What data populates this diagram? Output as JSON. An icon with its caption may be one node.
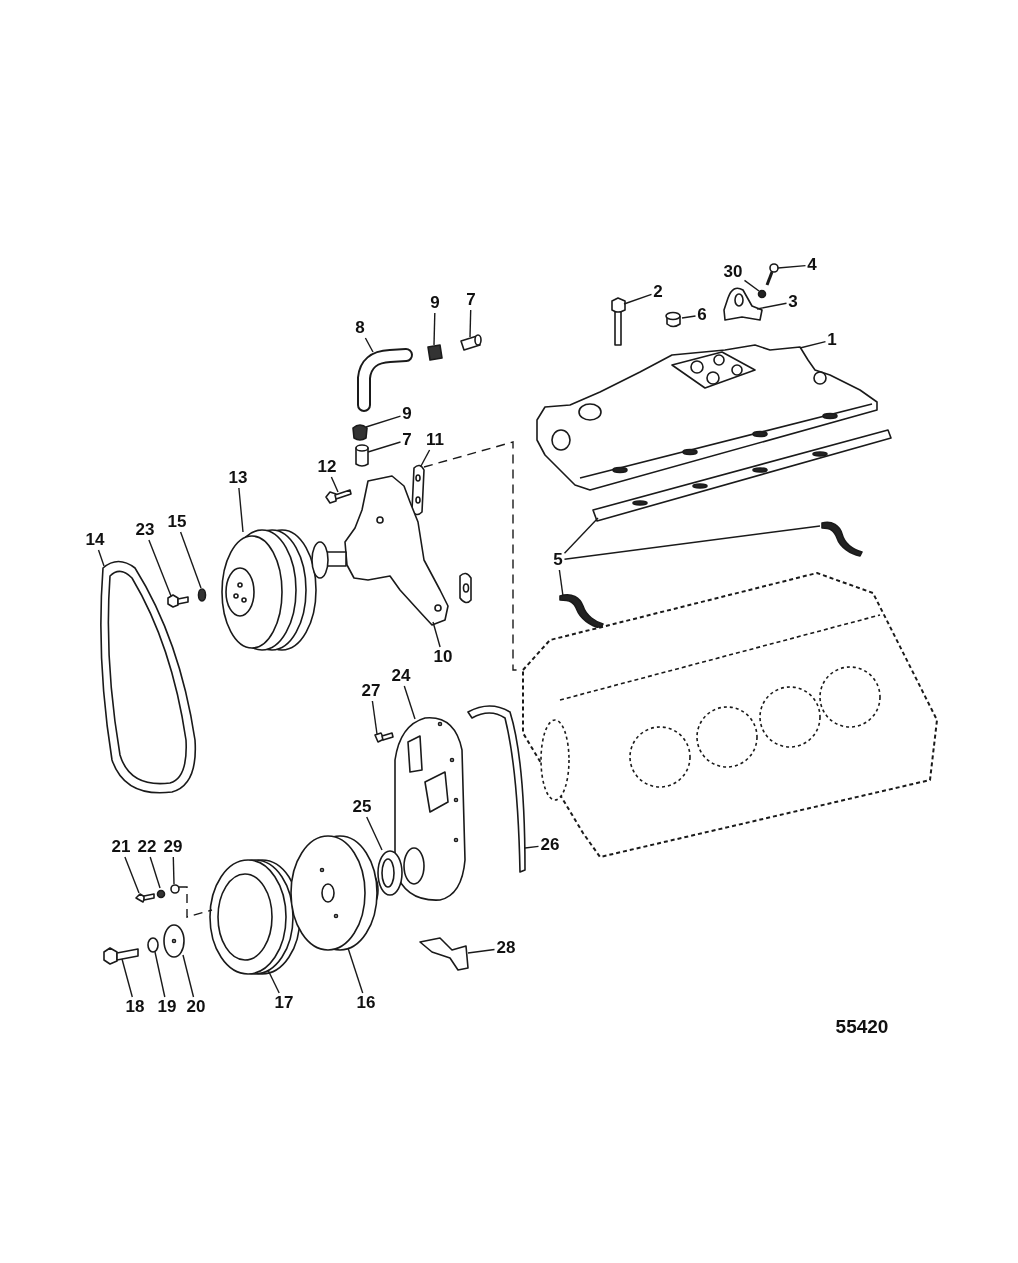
{
  "diagram": {
    "nodes": [
      {
        "text": [
          "1"
        ]
      },
      {
        "text": [],
        "shape": "picture"
      },
      {
        "text": [
          "2"
        ]
      },
      {
        "text": [],
        "shape": "picture"
      },
      {
        "text": [
          "30"
        ]
      },
      {
        "text": [],
        "shape": "circle"
      },
      {
        "text": [
          "4"
        ]
      },
      {
        "text": [],
        "shape": "picture"
      },
      {
        "text": [
          "3"
        ]
      },
      {
        "text": [],
        "shape": "picture"
      },
      {
        "text": [
          "6"
        ]
      },
      {
        "text": [],
        "shape": "cylinder"
      },
      {
        "text": [
          "5"
        ]
      },
      {
        "text": [],
        "shape": "picture"
      },
      {
        "text": [],
        "shape": "picture"
      },
      {
        "text": [],
        "shape": "picture"
      },
      {
        "text": [
          "8"
        ]
      },
      {
        "text": [],
        "shape": "picture"
      },
      {
        "text": [
          "9"
        ]
      },
      {
        "text": [],
        "shape": "box"
      },
      {
        "text": [
          "7"
        ]
      },
      {
        "text": [],
        "shape": "picture"
      },
      {
        "text": [
          "9"
        ]
      },
      {
        "text": [],
        "shape": "box"
      },
      {
        "text": [
          "7"
        ]
      },
      {
        "text": [],
        "shape": "cylinder"
      },
      {
        "text": [
          "11"
        ]
      },
      {
        "text": [],
        "shape": "picture"
      },
      {
        "text": [
          "12"
        ]
      },
      {
        "text": [],
        "shape": "picture"
      },
      {
        "text": [
          "13"
        ]
      },
      {
        "text": [],
        "shape": "circle"
      },
      {
        "text": [
          "14"
        ]
      },
      {
        "text": [],
        "shape": "picture"
      },
      {
        "text": [
          "23"
        ]
      },
      {
        "text": [],
        "shape": "bolt"
      },
      {
        "text": [
          "15"
        ]
      },
      {
        "text": [],
        "shape": "circle"
      },
      {
        "text": [
          "10"
        ]
      },
      {
        "text": [],
        "shape": "picture"
      },
      {
        "text": [
          "27"
        ]
      },
      {
        "text": [],
        "shape": "picture"
      },
      {
        "text": [
          "24"
        ]
      },
      {
        "text": [],
        "shape": "picture"
      },
      {
        "text": [
          "26"
        ]
      },
      {
        "text": [],
        "shape": "picture"
      },
      {
        "text": [
          "25"
        ]
      },
      {
        "text": [],
        "shape": "picture"
      },
      {
        "text": [
          "21"
        ]
      },
      {
        "text": [],
        "shape": "picture"
      },
      {
        "text": [
          "22"
        ]
      },
      {
        "text": [],
        "shape": "circle"
      },
      {
        "text": [
          "29"
        ]
      },
      {
        "text": [],
        "shape": "circle"
      },
      {
        "text": [
          "28"
        ]
      },
      {
        "text": [],
        "shape": "picture"
      },
      {
        "text": [
          "18"
        ]
      },
      {
        "text": [],
        "shape": "picture"
      },
      {
        "text": [
          "19"
        ]
      },
      {
        "text": [],
        "shape": "circle"
      },
      {
        "text": [
          "20"
        ]
      },
      {
        "text": [],
        "shape": "circle"
      },
      {
        "text": [
          "17"
        ]
      },
      {
        "text": [],
        "shape": "picture"
      },
      {
        "text": [
          "16"
        ]
      },
      {
        "text": [],
        "shape": "picture"
      },
      {
        "text": [],
        "shape": "picture"
      }
    ],
    "edges": [
      {
        "from": 0,
        "to": 1,
        "arrow": "none"
      },
      {
        "from": 2,
        "to": 3,
        "arrow": "none"
      },
      {
        "from": 4,
        "to": 5,
        "arrow": "none"
      },
      {
        "from": 6,
        "to": 7,
        "arrow": "none"
      },
      {
        "from": 8,
        "to": 9,
        "arrow": "none"
      },
      {
        "from": 10,
        "to": 11,
        "arrow": "none"
      },
      {
        "from": 12,
        "to": 13,
        "arrow": "none"
      },
      {
        "from": 12,
        "to": 14,
        "arrow": "none"
      },
      {
        "from": 12,
        "to": 15,
        "arrow": "none"
      },
      {
        "from": 16,
        "to": 17,
        "arrow": "none"
      },
      {
        "from": 18,
        "to": 19,
        "arrow": "none"
      },
      {
        "from": 20,
        "to": 21,
        "arrow": "none"
      },
      {
        "from": 22,
        "to": 23,
        "arrow": "none"
      },
      {
        "from": 24,
        "to": 25,
        "arrow": "none"
      },
      {
        "from": 26,
        "to": 27,
        "arrow": "none"
      },
      {
        "from": 28,
        "to": 29,
        "arrow": "none"
      },
      {
        "from": 30,
        "to": 31,
        "arrow": "none"
      },
      {
        "from": 32,
        "to": 33,
        "arrow": "none"
      },
      {
        "from": 34,
        "to": 35,
        "arrow": "none"
      },
      {
        "from": 36,
        "to": 37,
        "arrow": "none"
      },
      {
        "from": 38,
        "to": 39,
        "arrow": "none"
      },
      {
        "from": 40,
        "to": 41,
        "arrow": "none"
      },
      {
        "from": 42,
        "to": 43,
        "arrow": "none"
      },
      {
        "from": 44,
        "to": 45,
        "arrow": "none"
      },
      {
        "from": 46,
        "to": 47,
        "arrow": "none"
      },
      {
        "from": 48,
        "to": 49,
        "arrow": "none"
      },
      {
        "from": 50,
        "to": 51,
        "arrow": "none"
      },
      {
        "from": 52,
        "to": 53,
        "arrow": "none"
      },
      {
        "from": 54,
        "to": 55,
        "arrow": "none"
      },
      {
        "from": 56,
        "to": 57,
        "arrow": "none"
      },
      {
        "from": 58,
        "to": 59,
        "arrow": "none"
      },
      {
        "from": 60,
        "to": 61,
        "arrow": "none"
      },
      {
        "from": 62,
        "to": 63,
        "arrow": "none"
      },
      {
        "from": 64,
        "to": 65,
        "arrow": "none"
      },
      {
        "from": 27,
        "to": 66,
        "arrow": "none",
        "style": "dashed"
      },
      {
        "from": 53,
        "to": 63,
        "arrow": "none",
        "style": "dashed"
      }
    ],
    "labels": [
      "55420"
    ]
  }
}
